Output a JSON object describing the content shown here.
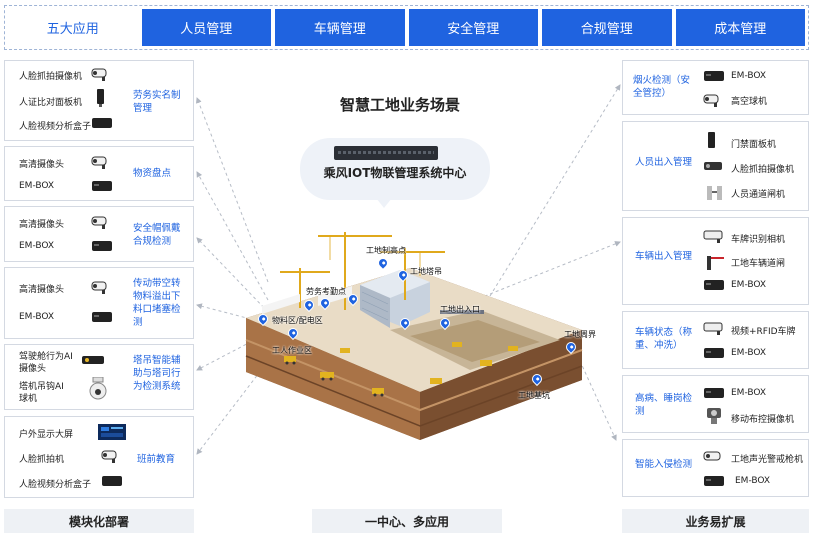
{
  "nav": {
    "tabs": [
      {
        "label": "五大应用",
        "active": true
      },
      {
        "label": "人员管理"
      },
      {
        "label": "车辆管理"
      },
      {
        "label": "安全管理"
      },
      {
        "label": "合规管理"
      },
      {
        "label": "成本管理"
      }
    ]
  },
  "center": {
    "title": "智慧工地业务场景",
    "subtitle": "乘风IOT物联管理系统中心"
  },
  "scene": {
    "labels": [
      "工地制高点",
      "工地塔吊",
      "劳务考勤点",
      "物料区/配电区",
      "工人作业区",
      "工地出入口",
      "工地周界",
      "工地基坑"
    ]
  },
  "left_panels": [
    {
      "items": [
        "人脸抓拍摄像机",
        "人证比对面板机",
        "人脸视频分析盒子"
      ],
      "category": "劳务实名制管理"
    },
    {
      "items": [
        "高清摄像头",
        "EM-BOX"
      ],
      "category": "物资盘点"
    },
    {
      "items": [
        "高清摄像头",
        "EM-BOX"
      ],
      "category": "安全帽佩戴合规检测"
    },
    {
      "items": [
        "高清摄像头",
        "EM-BOX"
      ],
      "category": "传动带空转物料溢出下料口堵塞检测"
    },
    {
      "items": [
        "驾驶舱行为AI摄像头",
        "塔机吊钩AI球机"
      ],
      "category": "塔吊智能辅助与塔司行为检测系统"
    },
    {
      "items": [
        "户外显示大屏",
        "人脸抓拍机",
        "人脸视频分析盒子"
      ],
      "category": "班前教育"
    }
  ],
  "right_panels": [
    {
      "category": "烟火检测（安全管控）",
      "items": [
        "EM-BOX",
        "高空球机"
      ]
    },
    {
      "category": "人员出入管理",
      "items": [
        "门禁面板机",
        "人脸抓拍摄像机",
        "人员通道闸机"
      ]
    },
    {
      "category": "车辆出入管理",
      "items": [
        "车牌识别相机",
        "工地车辆道闸",
        "EM-BOX"
      ]
    },
    {
      "category": "车辆状态（称重、冲洗）",
      "items": [
        "视频+RFID车牌",
        "EM-BOX"
      ]
    },
    {
      "category": "高病、睡岗检测",
      "items": [
        "EM-BOX",
        "移动布控摄像机"
      ]
    },
    {
      "category": "智能入侵检测",
      "items": [
        "工地声光警戒枪机",
        "EM-BOX"
      ]
    }
  ],
  "footer": {
    "left": "模块化部署",
    "center": "一中心、多应用",
    "right": "业务易扩展"
  }
}
